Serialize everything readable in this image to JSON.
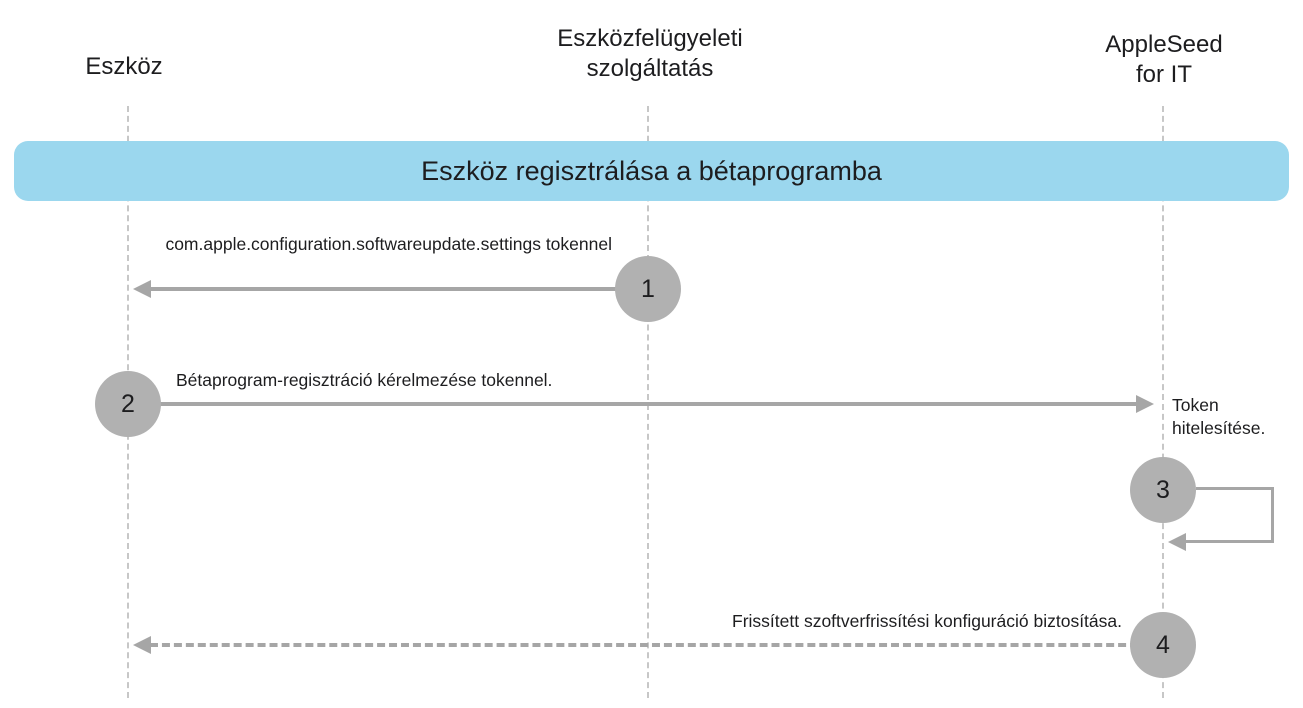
{
  "diagram": {
    "lanes": [
      {
        "label": "Eszköz"
      },
      {
        "label": "Eszközfelügyeleti\nszolgáltatás"
      },
      {
        "label": "AppleSeed for IT"
      }
    ],
    "banner": "Eszköz regisztrálása a bétaprogramba",
    "steps": [
      {
        "num": "1",
        "label": "com.apple.configuration.softwareupdate.settings tokennel"
      },
      {
        "num": "2",
        "label": "Bétaprogram-regisztráció kérelmezése tokennel."
      },
      {
        "num": "3",
        "label": "Token hitelesítése."
      },
      {
        "num": "4",
        "label": "Frissített szoftverfrissítési konfiguráció biztosítása."
      }
    ],
    "colors": {
      "banner_bg": "#9bd7ee",
      "circle": "#b1b1b1",
      "arrow": "#a6a6a6",
      "lifeline": "#c7c7c7"
    }
  }
}
